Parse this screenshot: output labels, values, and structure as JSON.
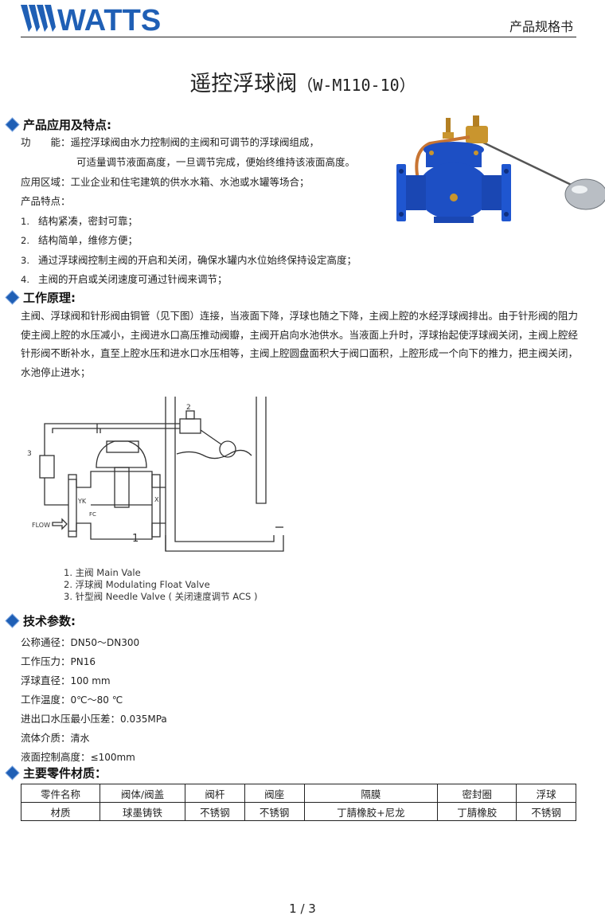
{
  "header": {
    "brand": "WATTS",
    "doc_type": "产品规格书"
  },
  "title": {
    "main": "遥控浮球阀",
    "model": "（W-M110-10）"
  },
  "section1": {
    "heading": "产品应用及特点:",
    "function_label": "功　　能：",
    "function_line1": "遥控浮球阀由水力控制阀的主阀和可调节的浮球阀组成，",
    "function_line2": "可适量调节液面高度，一旦调节完成，便始终维持该液面高度。",
    "area_label": "应用区域：",
    "area_text": "工业企业和住宅建筑的供水水箱、水池或水罐等场合；",
    "features_label": "产品特点：",
    "features": [
      {
        "num": "1.",
        "text": "结构紧凑，密封可靠；"
      },
      {
        "num": "2.",
        "text": "结构简单，维修方便；"
      },
      {
        "num": "3.",
        "text": "通过浮球阀控制主阀的开启和关闭，确保水罐内水位始终保持设定高度；"
      },
      {
        "num": "4.",
        "text": "主阀的开启或关闭速度可通过针阀来调节；"
      }
    ]
  },
  "section2": {
    "heading": "工作原理:",
    "paragraph": "主阀、浮球阀和针形阀由铜管（见下图）连接，当液面下降，浮球也随之下降，主阀上腔的水经浮球阀排出。由于针形阀的阻力使主阀上腔的水压减小，主阀进水口高压推动阀瓣，主阀开启向水池供水。当液面上升时，浮球抬起使浮球阀关闭，主阀上腔经针形阀不断补水，直至上腔水压和进水口水压相等，主阀上腔圆盘面积大于阀口面积，上腔形成一个向下的推力，把主阀关闭，水池停止进水；",
    "diagram": {
      "flow_label": "FLOW",
      "label_1": "1",
      "label_2": "2",
      "label_3": "3",
      "label_yk": "YK",
      "label_x": "X",
      "label_fc": "FC",
      "captions": [
        "1. 主阀 Main Vale",
        "2. 浮球阀 Modulating Float Valve",
        "3. 针型阀 Needle Valve ( 关闭速度调节 ACS )"
      ]
    }
  },
  "section3": {
    "heading": "技术参数:",
    "specs": [
      {
        "label": "公称通径：",
        "value": "DN50～DN300"
      },
      {
        "label": "工作压力：",
        "value": "PN16"
      },
      {
        "label": "浮球直径：",
        "value": "100 mm"
      },
      {
        "label": "工作温度：",
        "value": "0℃～80 ℃"
      },
      {
        "label": "进出口水压最小压差：",
        "value": "0.035MPa"
      },
      {
        "label": "流体介质：",
        "value": "清水"
      },
      {
        "label": "液面控制高度：",
        "value": "≤100mm"
      }
    ]
  },
  "section4": {
    "heading": "主要零件材质：",
    "header_row": [
      "零件名称",
      "阀体/阀盖",
      "阀杆",
      "阀座",
      "隔膜",
      "密封圈",
      "浮球"
    ],
    "data_row": [
      "材质",
      "球墨铸铁",
      "不锈钢",
      "不锈钢",
      "丁腈橡胶+尼龙",
      "丁腈橡胶",
      "不锈钢"
    ]
  },
  "footer": {
    "page": "1 / 3"
  },
  "colors": {
    "brand_blue": "#1f5fb5",
    "valve_blue": "#1d4fc4",
    "brass": "#c9952e"
  }
}
